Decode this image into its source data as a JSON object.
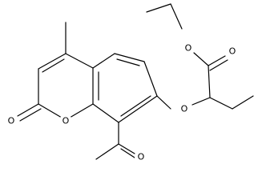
{
  "molecule": {
    "atom_labels": {
      "ester_ether_o": "O",
      "ester_carbonyl_o": "O",
      "ether_o": "O",
      "ring_o": "O",
      "lactone_carbonyl_o": "O",
      "acetyl_o": "O"
    },
    "colors": {
      "bond": "#000000",
      "text": "#000000",
      "background": "#ffffff"
    }
  }
}
